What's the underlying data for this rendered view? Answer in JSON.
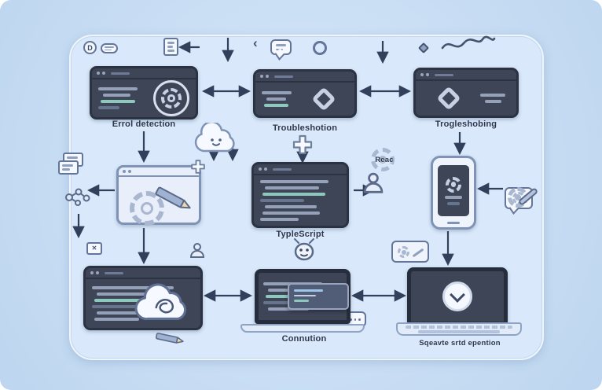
{
  "diagram": {
    "labels": {
      "top_left": "Errol detection",
      "top_mid": "Troubleshotion",
      "top_right": "Trogleshobing",
      "mid_gear": "Reac",
      "mid_code": "TypleScript",
      "bottom_mid": "Connution",
      "bottom_right": "Sqeavte srtd epention"
    },
    "badges": {
      "d": "D",
      "caret": "‹",
      "close": "✕"
    },
    "colors": {
      "background": "#c9ddf3",
      "panel": "#d9e8fa",
      "window": "#3d4557",
      "window_border": "#2b3242",
      "code_line": "#95a1b9",
      "accent_teal": "#8cc8bb",
      "arrow": "#33405c",
      "label_text": "#2c354d"
    }
  }
}
